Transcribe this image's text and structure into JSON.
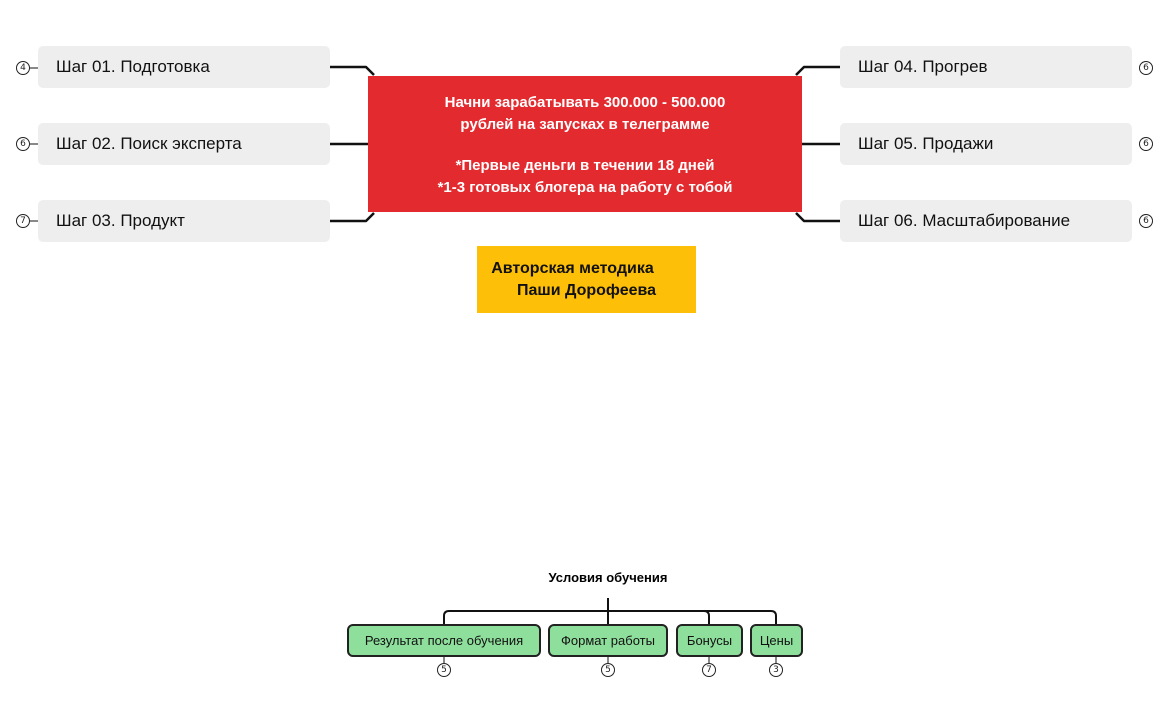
{
  "left_steps": [
    {
      "label": "Шаг 01. Подготовка",
      "count": "4"
    },
    {
      "label": "Шаг 02. Поиск эксперта",
      "count": "6"
    },
    {
      "label": "Шаг 03. Продукт",
      "count": "7"
    }
  ],
  "right_steps": [
    {
      "label": "Шаг 04. Прогрев",
      "count": "6"
    },
    {
      "label": "Шаг 05. Продажи",
      "count": "6"
    },
    {
      "label": "Шаг 06. Масштабирование",
      "count": "6"
    }
  ],
  "central": {
    "line1": "Начни зарабатывать 300.000 - 500.000",
    "line2": "рублей  на запусках в телеграмме",
    "line3": "*Первые деньги в течении 18 дней",
    "line4": "*1-3 готовых блогера на работу с тобой"
  },
  "author": {
    "line1": "Авторская методика",
    "line2": "Паши Дорофеева"
  },
  "conditions": {
    "title": "Условия обучения",
    "items": [
      {
        "label": "Результат после обучения",
        "count": "5"
      },
      {
        "label": "Формат работы",
        "count": "5"
      },
      {
        "label": "Бонусы",
        "count": "7"
      },
      {
        "label": "Цены",
        "count": "3"
      }
    ]
  },
  "colors": {
    "central": "#e32b2f",
    "author": "#fdbf08",
    "step_bg": "#eeeeee",
    "condition": "#8fdf9c"
  }
}
